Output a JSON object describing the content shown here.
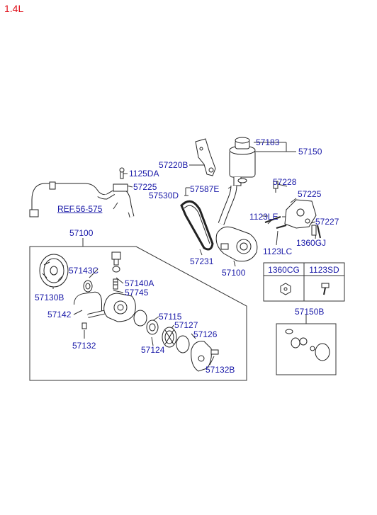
{
  "engine_label": "1.4L",
  "reference": "REF.56-575",
  "callouts": {
    "c57183": "57183",
    "c57150": "57150",
    "c57220B": "57220B",
    "c1125DA": "1125DA",
    "c57225a": "57225",
    "c57587E": "57587E",
    "c57530D": "57530D",
    "c57228": "57228",
    "c57225b": "57225",
    "c1123LE": "1123LE",
    "c57227": "57227",
    "c1123LC": "1123LC",
    "c1360GJ": "1360GJ",
    "c57100a": "57100",
    "c57231": "57231",
    "c57100b": "57100",
    "c57143C": "57143C",
    "c57130B": "57130B",
    "c57140A": "57140A",
    "c57745": "57745",
    "c57142": "57142",
    "c57115": "57115",
    "c57127": "57127",
    "c57126": "57126",
    "c57132": "57132",
    "c57124": "57124",
    "c57132B": "57132B",
    "c57150B": "57150B"
  },
  "fastener_table": {
    "col1": "1360CG",
    "col2": "1123SD"
  },
  "colors": {
    "callout_text": "#1a1aa8",
    "engine_label": "#e0101a",
    "line": "#222222"
  }
}
